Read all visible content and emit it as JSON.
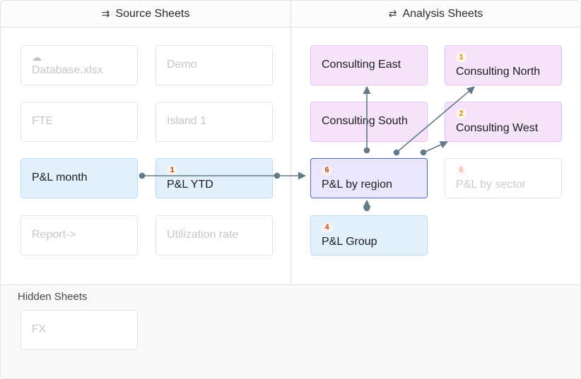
{
  "header": {
    "source_title": "Source Sheets",
    "analysis_title": "Analysis Sheets",
    "source_icon": "⇉",
    "analysis_icon": "⇄"
  },
  "hidden_section": {
    "title": "Hidden Sheets"
  },
  "source_sheets": {
    "database": "Database.xlsx",
    "demo": "Demo",
    "fte": "FTE",
    "island": "Island 1",
    "pl_month": "P&L month",
    "pl_ytd": {
      "label": "P&L YTD",
      "badge": "1"
    },
    "report": "Report->",
    "utilization": "Utilization rate"
  },
  "analysis_sheets": {
    "consulting_east": "Consulting East",
    "consulting_north": {
      "label": "Consulting North",
      "badge": "1"
    },
    "consulting_south": "Consulting South",
    "consulting_west": {
      "label": "Consulting West",
      "badge": "2"
    },
    "pl_by_region": {
      "label": "P&L by region",
      "badge": "6"
    },
    "pl_by_sector": {
      "label": "P&L by sector",
      "badge": "6"
    },
    "pl_group": {
      "label": "P&L Group",
      "badge": "4"
    }
  },
  "hidden_sheets": {
    "fx": "FX"
  },
  "colors": {
    "source_active": "#e1f0fc",
    "analysis": "#f5e2fb",
    "selected": "#ebe6fd",
    "selected_border": "#4a68b4",
    "arrow": "#637a86",
    "badge_red": "#b7472a",
    "badge_orange": "#d68a1e"
  }
}
